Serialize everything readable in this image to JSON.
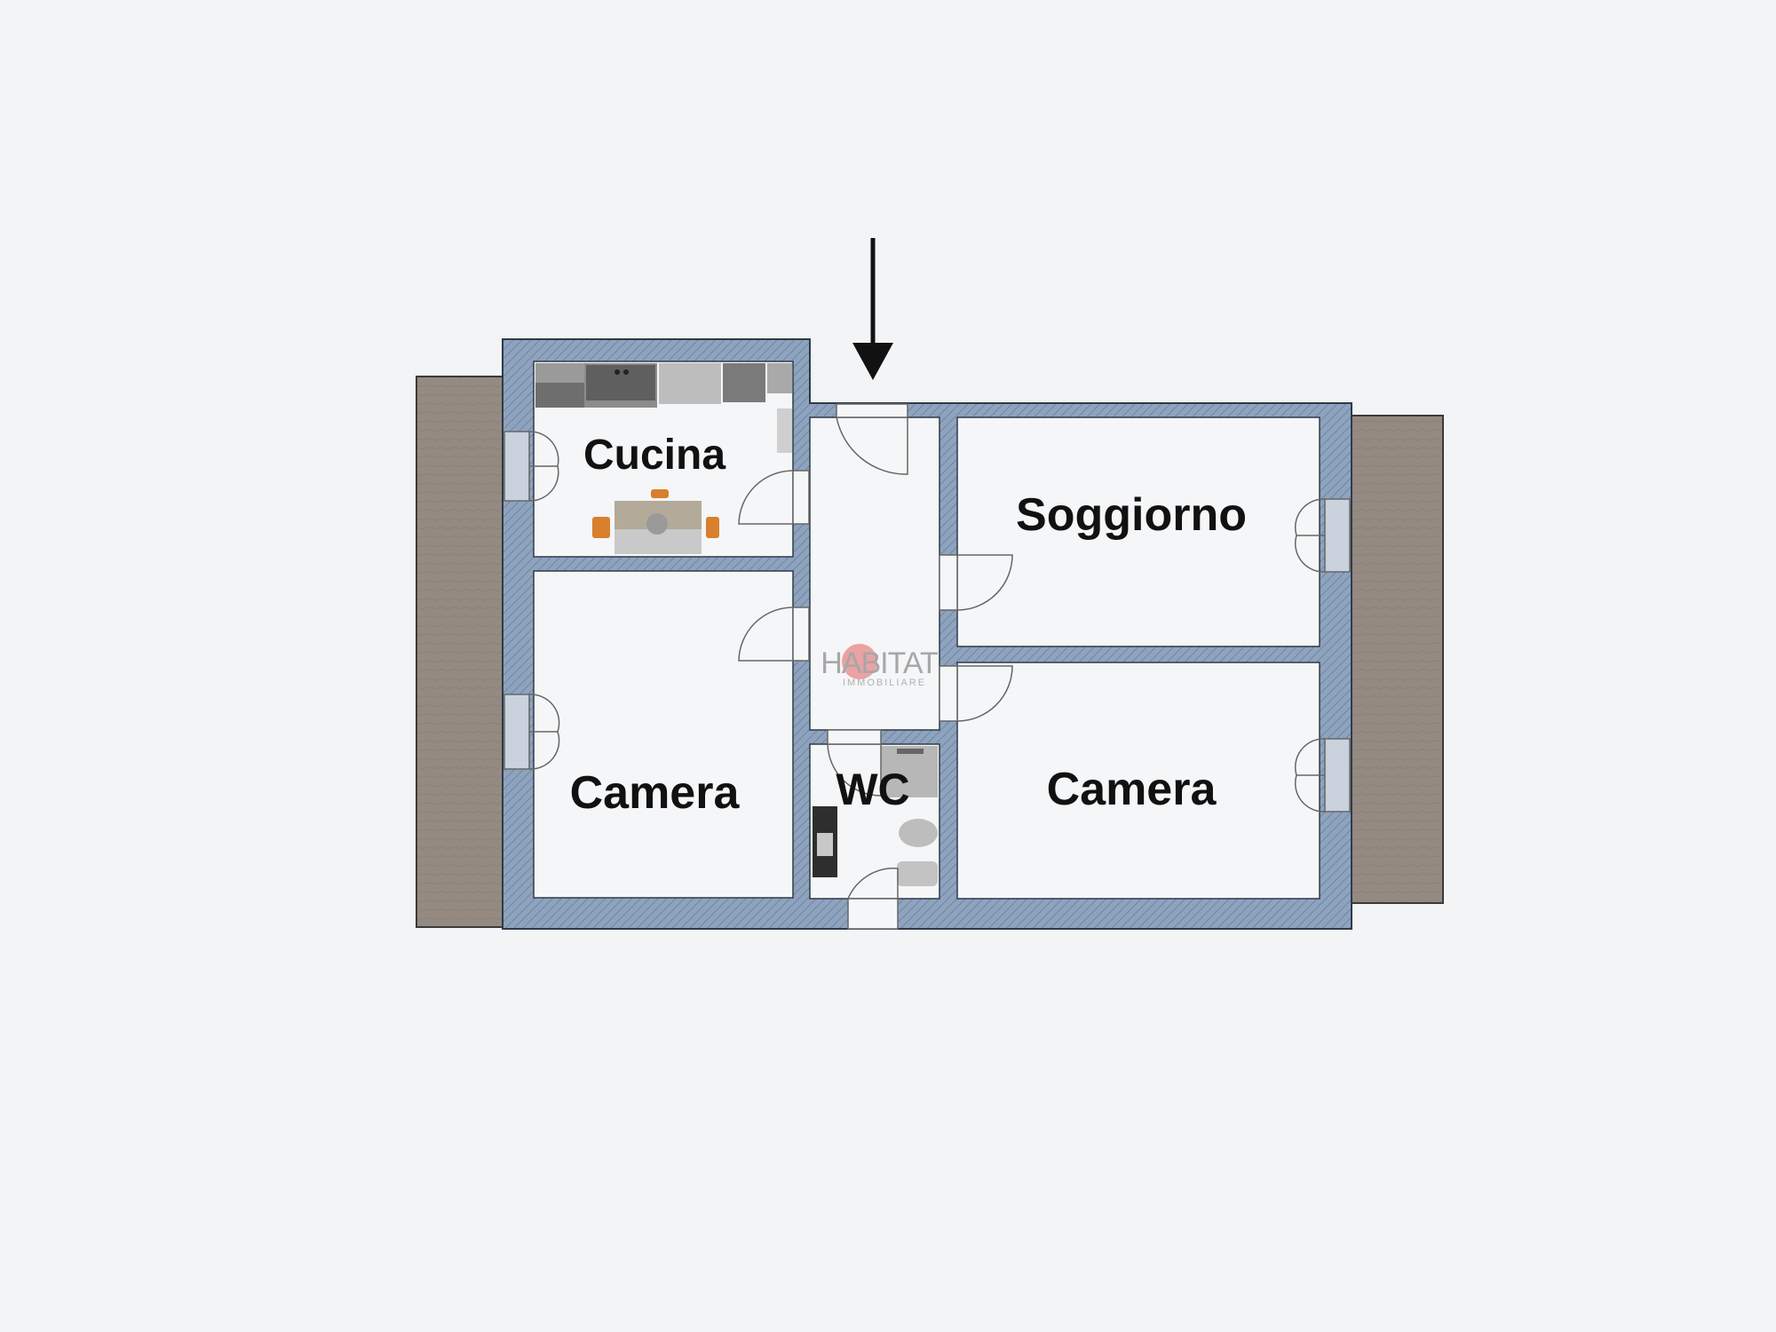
{
  "rooms": {
    "kitchen": "Cucina",
    "living": "Soggiorno",
    "bedroom_left": "Camera",
    "bathroom": "WC",
    "bedroom_right": "Camera"
  },
  "watermark": {
    "brand": "HABITAT",
    "subtitle": "IMMOBILIARE"
  },
  "colors": {
    "background": "#f2f4f6",
    "wall": "#8ea3bd",
    "floor": "#f5f6f8",
    "balcony": "#958a82",
    "furniture": "#c4c4c4",
    "furniture_dark": "#707070",
    "chairs": "#d8802e",
    "label": "#111111",
    "logo": "#e05656"
  },
  "icons": {
    "entrance": "down-arrow-icon",
    "door": "door-swing-icon",
    "window": "window-icon"
  }
}
